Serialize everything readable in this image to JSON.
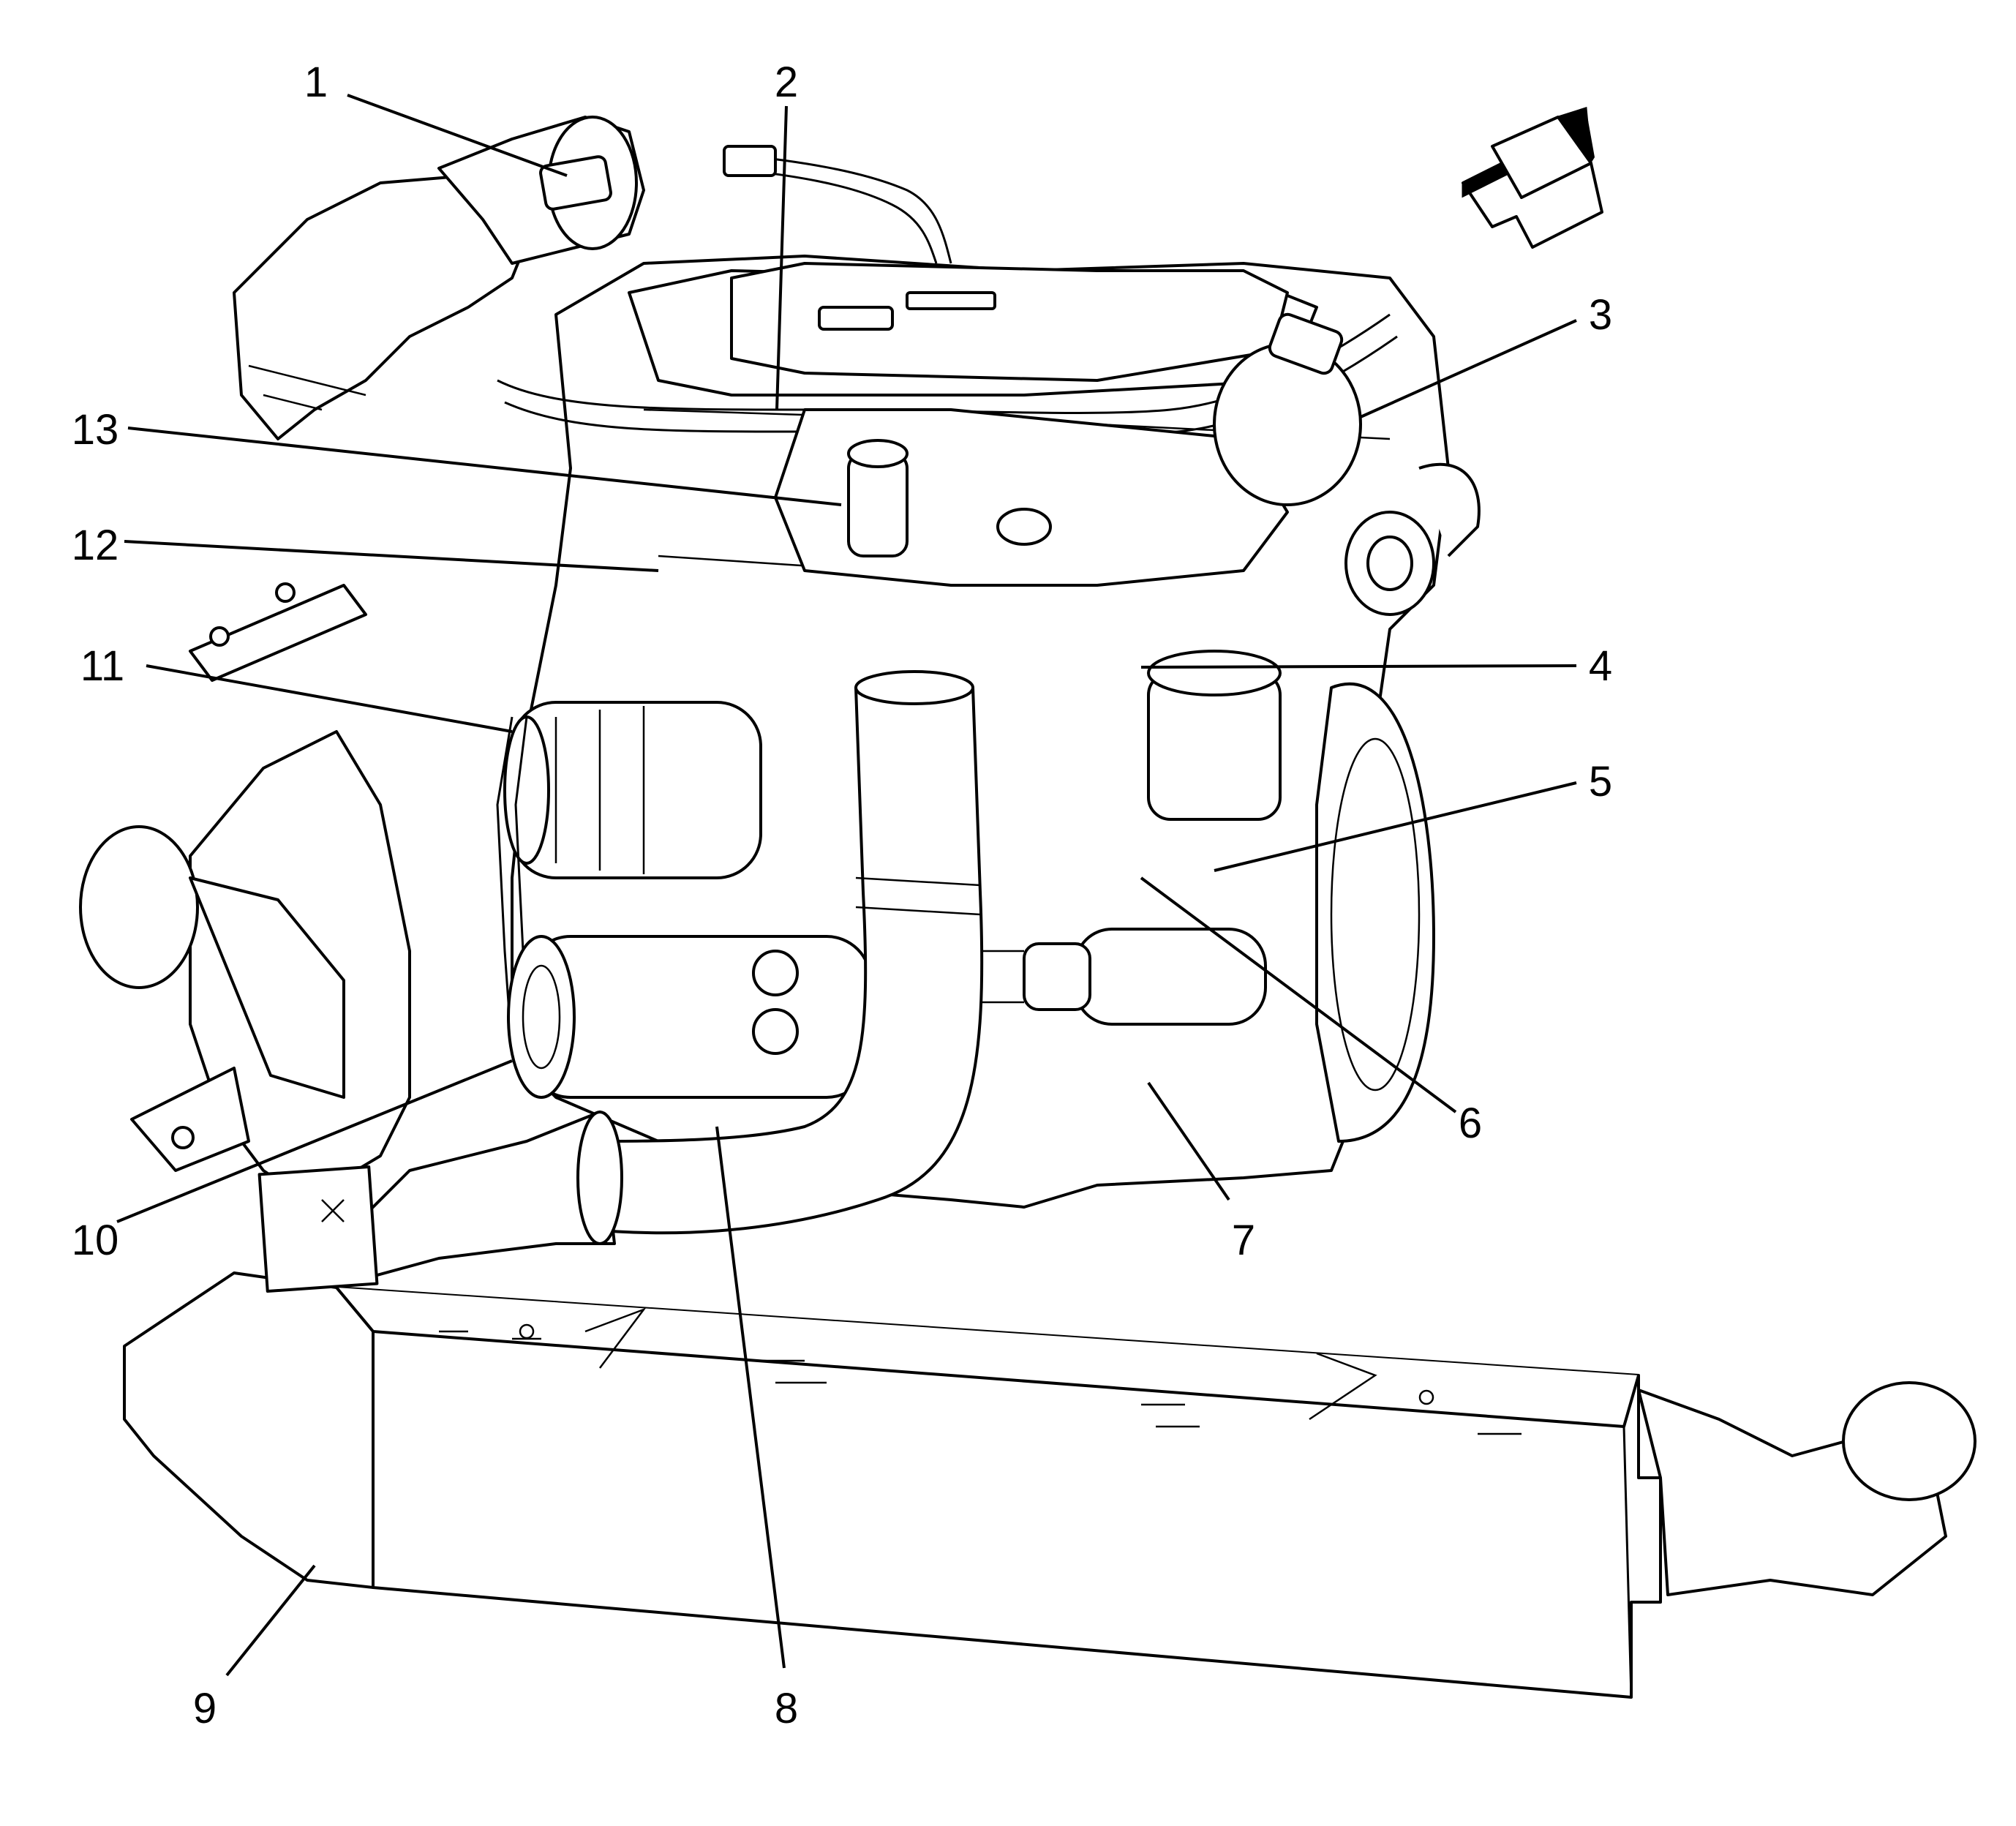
{
  "callouts": [
    {
      "id": 1,
      "label": "1"
    },
    {
      "id": 2,
      "label": "2"
    },
    {
      "id": 3,
      "label": "3"
    },
    {
      "id": 4,
      "label": "4"
    },
    {
      "id": 5,
      "label": "5"
    },
    {
      "id": 6,
      "label": "6"
    },
    {
      "id": 7,
      "label": "7"
    },
    {
      "id": 8,
      "label": "8"
    },
    {
      "id": 9,
      "label": "9"
    },
    {
      "id": 10,
      "label": "10"
    },
    {
      "id": 11,
      "label": "11"
    },
    {
      "id": 12,
      "label": "12"
    },
    {
      "id": 13,
      "label": "13"
    }
  ],
  "colors": {
    "line": "#000000",
    "background": "#ffffff",
    "arrow_fill": "#000000"
  },
  "icons": {
    "direction_arrow": "front-direction-arrow-icon"
  }
}
